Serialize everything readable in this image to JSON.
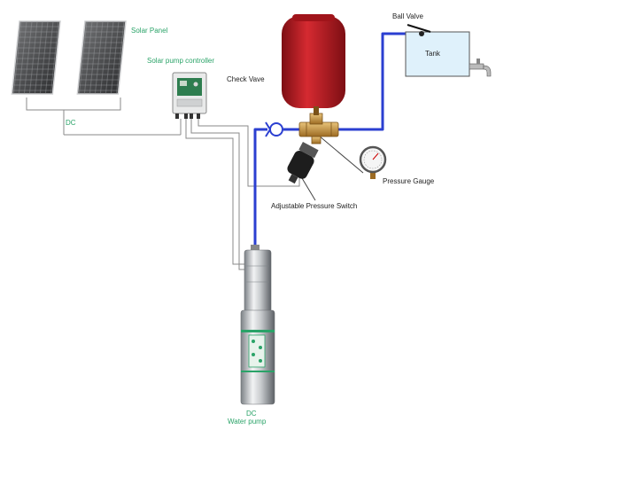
{
  "labels": {
    "solar_panel": "Solar Panel",
    "controller": "Solar pump controller",
    "check_valve": "Check Vave",
    "ball_valve": "Ball Valve",
    "tank": "Tank",
    "dc": "DC",
    "pressure_gauge": "Pressure Gauge",
    "pressure_switch": "Adjustable Pressure Switch",
    "pump_dc": "DC",
    "pump_name": "Water pump"
  },
  "colors": {
    "pipe": "#2b3fd1",
    "label_green": "#2aa368",
    "tank_fill": "#dff1fb",
    "expansion_tank": "#b0181f",
    "wire": "#8a8a8a"
  },
  "icons": [
    "solar-panel-icon",
    "controller-icon",
    "expansion-tank-icon",
    "check-valve-icon",
    "brass-fitting-icon",
    "pressure-switch-icon",
    "pressure-gauge-icon",
    "tank-icon",
    "ball-valve-icon",
    "faucet-icon",
    "water-pump-icon"
  ]
}
